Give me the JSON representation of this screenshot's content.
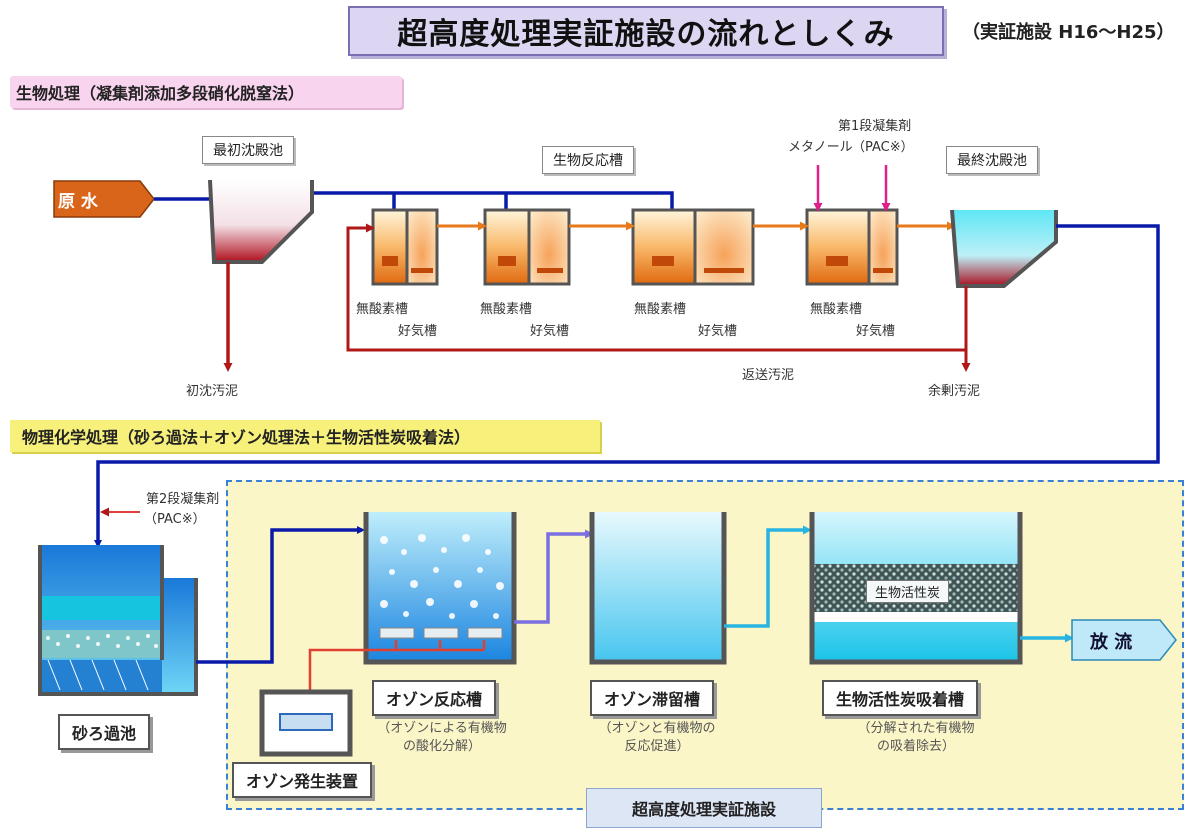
{
  "title": "超高度処理実証施設の流れとしくみ",
  "subtitle": "（実証施設 H16～H25）",
  "section1": "生物処理（凝集剤添加多段硝化脱窒法）",
  "section2": "物理化学処理（砂ろ過法＋オゾン処理法＋生物活性炭吸着法）",
  "stages": {
    "raw_water": "原 水",
    "primary_tank": "最初沈殿池",
    "bio_reactor": "生物反応槽",
    "final_tank": "最終沈殿池",
    "coagulant1": "第1段凝集剤",
    "methanol": "メタノール",
    "pac1": "（PAC※）",
    "anoxic": "無酸素槽",
    "aerobic": "好気槽",
    "primary_sludge": "初沈汚泥",
    "return_sludge": "返送汚泥",
    "excess_sludge": "余剰汚泥",
    "coagulant2": "第2段凝集剤",
    "pac2": "（PAC※）",
    "sand_filter": "砂ろ過池",
    "ozone_reactor": "オゾン反応槽",
    "ozone_reactor_note1": "（オゾンによる有機物",
    "ozone_reactor_note2": "の酸化分解）",
    "ozone_retention": "オゾン滞留槽",
    "ozone_retention_note1": "（オゾンと有機物の",
    "ozone_retention_note2": "反応促進）",
    "bac_tank": "生物活性炭吸着槽",
    "bac_note1": "（分解された有機物",
    "bac_note2": "の吸着除去）",
    "bac_media": "生物活性炭",
    "ozone_generator": "オゾン発生装置",
    "discharge": "放 流",
    "facility_label": "超高度処理実証施設"
  },
  "colors": {
    "flow_blue": "#0a1aa8",
    "sludge_red": "#b01818",
    "orange_flow": "#e87a1a",
    "coagulant_magenta": "#e0208a",
    "raw_orange": "#d8651a",
    "water_cyan": "#28b4e0"
  }
}
